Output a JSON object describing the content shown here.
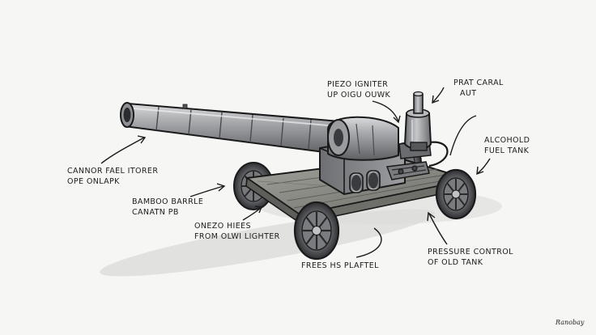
{
  "labels": {
    "piezo_igniter": {
      "line1": "PIEZO IGNITER",
      "line2": "UP OIGU OUWK"
    },
    "prat_caral": {
      "line1": "PRAT CARAL",
      "line2": "AUT"
    },
    "alcohol_tank": {
      "line1": "ALCOHOLD",
      "line2": "FUEL TANK"
    },
    "cannon_fael": {
      "line1": "CANNOR FAEL ITORER",
      "line2": "OPE ONLAPK"
    },
    "bamboo_barrel": {
      "line1": "BAMBOO BARRLE",
      "line2": "CANATN PB"
    },
    "onezo_hiees": {
      "line1": "ONEZO HIEES",
      "line2": "FROM OLWI LIGHTER"
    },
    "pressure_control": {
      "line1": "PRESSURE CONTROL",
      "line2": "OF OLD TANK"
    },
    "frees_plaftel": {
      "line1": "FREES HS PLAFTEL"
    }
  },
  "signature": "Ranobay",
  "colors": {
    "background": "#f6f6f5",
    "ink": "#1c1c1c",
    "metal": "#8a8c90",
    "wood": "#8c8c86"
  }
}
